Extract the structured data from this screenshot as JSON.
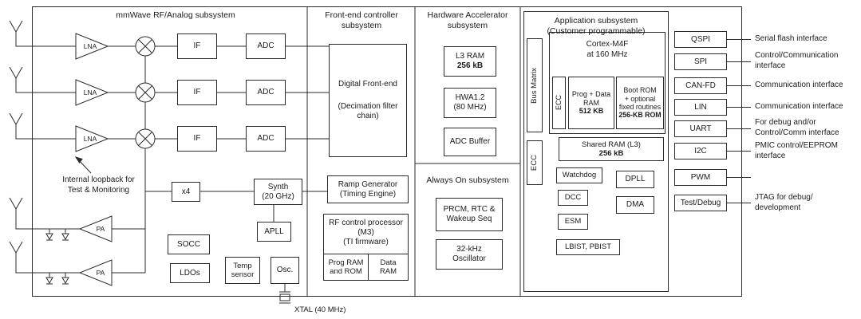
{
  "rf": {
    "title": "mmWave RF/Analog subsystem",
    "lna": "LNA",
    "if": "IF",
    "adc": "ADC",
    "pa": "PA",
    "loopback": "Internal loopback for\nTest & Monitoring",
    "x4": "x4",
    "synth": "Synth\n(20 GHz)",
    "apll": "APLL",
    "socc": "SOCC",
    "ldos": "LDOs",
    "temp_sensor": "Temp\nsensor",
    "osc": "Osc.",
    "xtal": "XTAL (40 MHz)"
  },
  "fec": {
    "title": "Front-end controller\nsubsystem",
    "dfe_name": "Digital Front-end",
    "dfe_detail": "(Decimation filter\nchain)",
    "ramp": "Ramp Generator\n(Timing Engine)",
    "rf_proc": "RF control processor\n(M3)\n(TI firmware)",
    "prog_ram": "Prog RAM\nand ROM",
    "data_ram": "Data\nRAM"
  },
  "hwa": {
    "title": "Hardware Accelerator\nsubsystem",
    "l3ram": "L3 RAM",
    "l3ram_size": "256 kB",
    "hwa12": "HWA1.2\n(80 MHz)",
    "adc_buffer": "ADC Buffer"
  },
  "aon": {
    "title": "Always On subsystem",
    "prcm": "PRCM, RTC &\nWakeup Seq",
    "osc32": "32-kHz\nOscillator"
  },
  "app": {
    "title": "Application subsystem\n(Customer programmable)",
    "bus_matrix": "Bus Matrix",
    "ecc": "ECC",
    "cortex": "Cortex-M4F\nat 160 MHz",
    "cortex_ecc": "ECC",
    "prog_data_ram": "Prog + Data\nRAM",
    "prog_data_ram_size": "512 KB",
    "boot_rom": "Boot ROM\n+ optional\nfixed routines",
    "boot_rom_size": "256-KB ROM",
    "shared_ram": "Shared RAM (L3)",
    "shared_ram_size": "256 kB",
    "watchdog": "Watchdog",
    "dpll": "DPLL",
    "dcc": "DCC",
    "dma": "DMA",
    "esm": "ESM",
    "lbist_pbist": "LBIST, PBIST"
  },
  "interfaces": [
    {
      "label": "QSPI",
      "desc": "Serial flash interface"
    },
    {
      "label": "SPI",
      "desc": "Control/Communication\ninterface"
    },
    {
      "label": "CAN-FD",
      "desc": "Communication interface"
    },
    {
      "label": "LIN",
      "desc": "Communication interface"
    },
    {
      "label": "UART",
      "desc": "For debug and/or\nControl/Comm interface"
    },
    {
      "label": "I2C",
      "desc": "PMIC control/EEPROM\ninterface"
    },
    {
      "label": "PWM",
      "desc": ""
    },
    {
      "label": "Test/Debug",
      "desc": "JTAG for debug/\ndevelopment"
    }
  ]
}
